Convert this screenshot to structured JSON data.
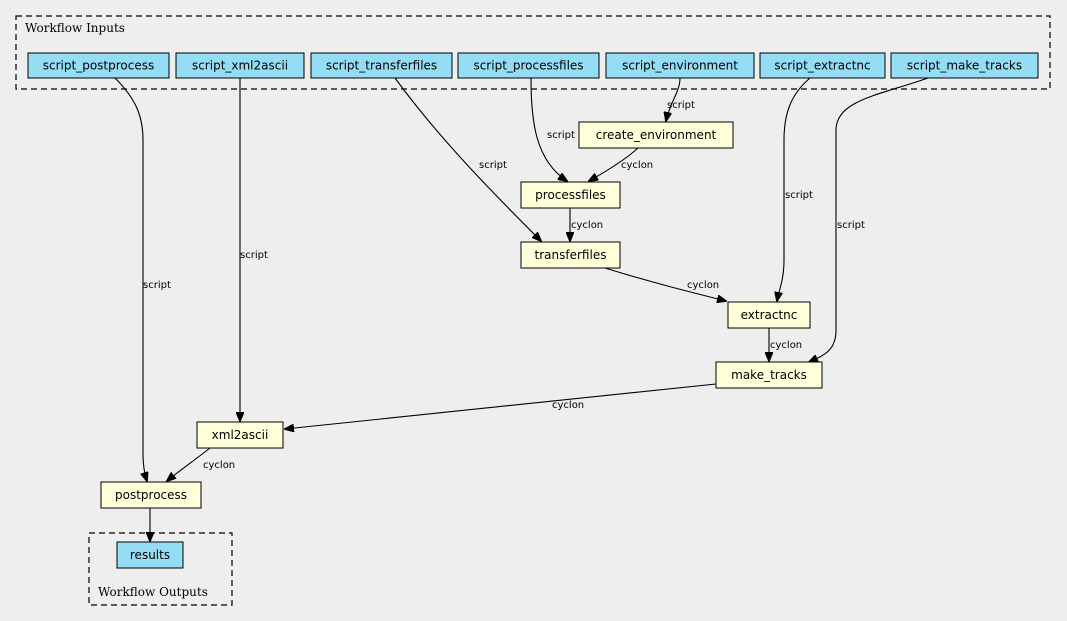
{
  "clusters": {
    "inputs_label": "Workflow Inputs",
    "outputs_label": "Workflow Outputs"
  },
  "inputs": {
    "script_postprocess": "script_postprocess",
    "script_xml2ascii": "script_xml2ascii",
    "script_transferfiles": "script_transferfiles",
    "script_processfiles": "script_processfiles",
    "script_environment": "script_environment",
    "script_extractnc": "script_extractnc",
    "script_make_tracks": "script_make_tracks"
  },
  "steps": {
    "create_environment": "create_environment",
    "processfiles": "processfiles",
    "transferfiles": "transferfiles",
    "extractnc": "extractnc",
    "make_tracks": "make_tracks",
    "xml2ascii": "xml2ascii",
    "postprocess": "postprocess"
  },
  "outputs": {
    "results": "results"
  },
  "edge_labels": {
    "env_to_create": "script",
    "processfiles_script": "script",
    "transferfiles_script": "script",
    "create_to_processfiles": "cyclon",
    "processfiles_to_transferfiles": "cyclon",
    "transferfiles_to_extractnc": "cyclon",
    "extractnc_script": "script",
    "make_tracks_script": "script",
    "extractnc_to_make_tracks": "cyclon",
    "make_tracks_to_xml2ascii": "cyclon",
    "xml2ascii_script": "script",
    "postprocess_script": "script",
    "xml2ascii_to_postprocess": "cyclon"
  },
  "colors": {
    "background": "#eeeeee",
    "input_fill": "#94ddf4",
    "step_fill": "#ffffd9"
  }
}
